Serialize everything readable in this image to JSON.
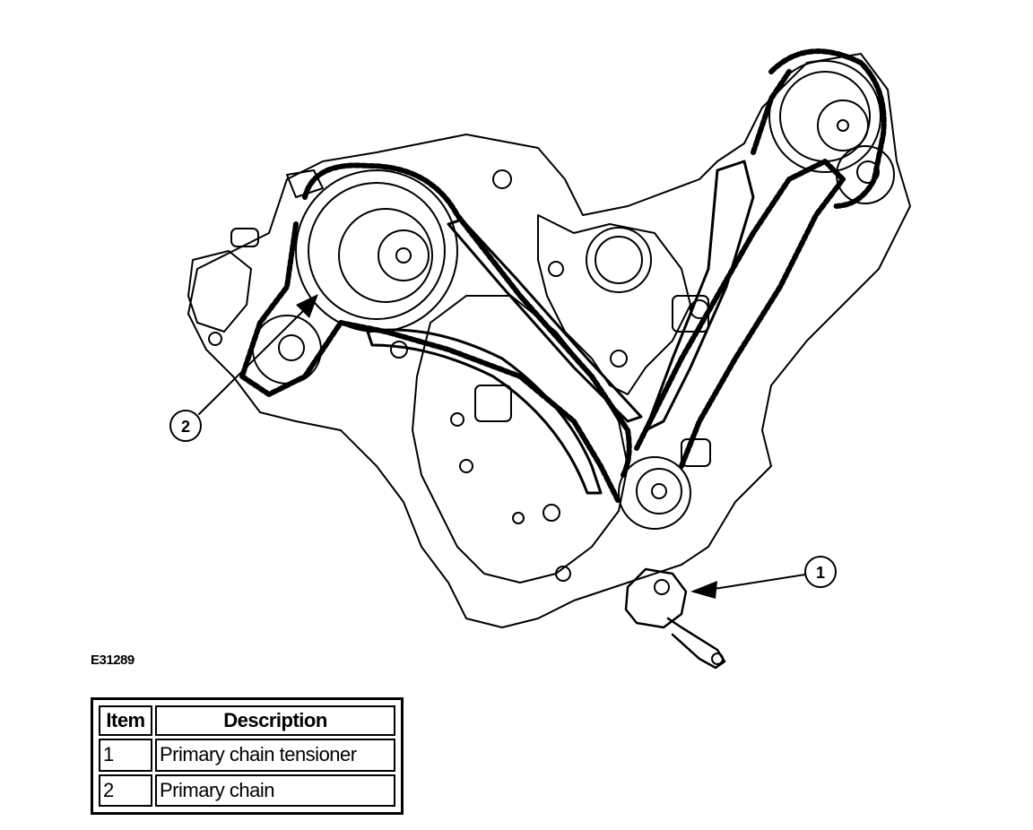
{
  "figure": {
    "id": "E31289",
    "callouts": [
      {
        "label": "1"
      },
      {
        "label": "2"
      }
    ]
  },
  "legend": {
    "headers": {
      "item": "Item",
      "description": "Description"
    },
    "rows": [
      {
        "item": "1",
        "description": "Primary chain tensioner"
      },
      {
        "item": "2",
        "description": "Primary chain"
      }
    ]
  }
}
